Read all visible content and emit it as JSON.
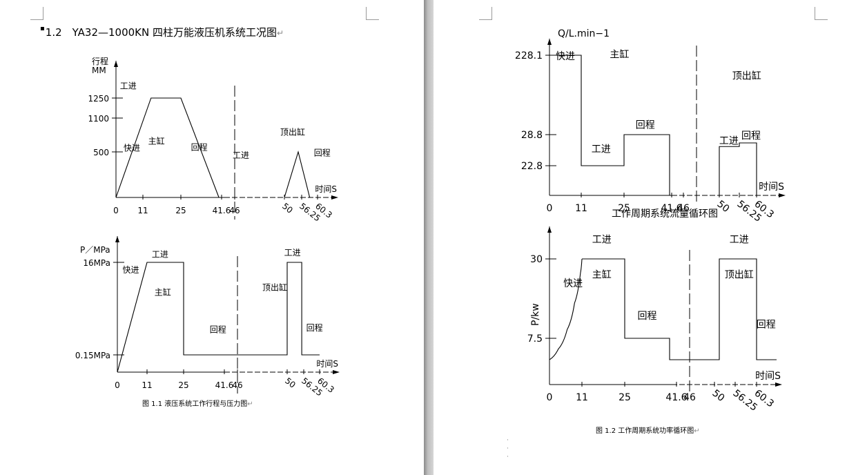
{
  "document": {
    "section_heading": "1.2　YA32—1000KN 四柱万能液压机系统工况图",
    "paragraph_mark": "↵",
    "caption_left": "图 1.1 液压系统工作行程与压力图",
    "caption_right": "图 1.2 工作周期系统功率循环图",
    "caption_mark": "↵"
  },
  "chart_data": [
    {
      "type": "line",
      "id": "stroke",
      "ylabel_lines": [
        "行程",
        "MM"
      ],
      "xlabel": "时间S",
      "x_ticks": [
        0,
        11,
        25,
        41.6,
        46,
        50,
        56.25,
        60.3
      ],
      "x_tick_labels": [
        "0",
        "11",
        "25",
        "41.6",
        "46",
        "50",
        "56.25",
        "60.3"
      ],
      "y_ticks": [
        500,
        1100,
        1250
      ],
      "y_tick_labels": [
        "500",
        "1100",
        "1250"
      ],
      "series": [
        {
          "x": [
            0,
            14,
            25,
            40.5
          ],
          "y": [
            0,
            1250,
            1250,
            0
          ]
        },
        {
          "x": [
            50,
            55,
            58.3
          ],
          "y": [
            0,
            500,
            0
          ]
        }
      ],
      "divider_x": 46,
      "annotations": [
        {
          "text": "工进",
          "x": 5,
          "y": 1320
        },
        {
          "text": "快进",
          "x": 6.5,
          "y": 520
        },
        {
          "text": "主缸",
          "x": 16,
          "y": 640
        },
        {
          "text": "回程",
          "x": 32.5,
          "y": 530
        },
        {
          "text": "顶出缸",
          "x": 53,
          "y": 800
        },
        {
          "text": "工进",
          "x": 46.5,
          "y": 430
        },
        {
          "text": "回程",
          "x": 61.5,
          "y": 460
        }
      ]
    },
    {
      "type": "line",
      "id": "pressure",
      "ylabel": "P／MPa",
      "xlabel": "时间S",
      "x_ticks": [
        0,
        11,
        25,
        41.6,
        46,
        50,
        56.25,
        60.3
      ],
      "x_tick_labels": [
        "0",
        "11",
        "25",
        "41.6",
        "46",
        "50",
        "56.25",
        "60.3"
      ],
      "y_ticks": [
        0.15,
        16
      ],
      "y_tick_labels": [
        "0.15MPa",
        "16MPa"
      ],
      "series": [
        {
          "points": [
            [
              0,
              0
            ],
            [
              11,
              16
            ],
            [
              25,
              16
            ],
            [
              25,
              0.15
            ],
            [
              50,
              0.15
            ],
            [
              50,
              16
            ],
            [
              55.5,
              16
            ],
            [
              55.5,
              0.15
            ],
            [
              60.3,
              0.15
            ]
          ]
        }
      ],
      "divider_x": 46,
      "annotations": [
        {
          "text": "工进",
          "x": 16,
          "y": 16.9
        },
        {
          "text": "快进",
          "x": 5,
          "y": 14.2
        },
        {
          "text": "主缸",
          "x": 17,
          "y": 10.4
        },
        {
          "text": "回程",
          "x": 39,
          "y": 4.0
        },
        {
          "text": "顶出缸",
          "x": 49,
          "y": 11.2
        },
        {
          "text": "工进",
          "x": 52,
          "y": 17.2
        },
        {
          "text": "回程",
          "x": 59,
          "y": 4.3
        }
      ]
    },
    {
      "type": "line",
      "id": "flow",
      "ylabel": "Q/L.min−1",
      "xlabel": "时间S",
      "title": "工作周期系统流量循环图",
      "x_ticks": [
        0,
        11,
        25,
        41.6,
        46,
        50,
        56.25,
        60.3
      ],
      "x_tick_labels": [
        "0",
        "11",
        "25",
        "41.6",
        "46",
        "50",
        "56.25",
        "60.3"
      ],
      "y_ticks": [
        22.8,
        28.8,
        228.1
      ],
      "y_tick_labels": [
        "22.8",
        "28.8",
        "228.1"
      ],
      "series": [
        {
          "points": [
            [
              0,
              228.1
            ],
            [
              11,
              228.1
            ],
            [
              11,
              22.8
            ],
            [
              25,
              22.8
            ],
            [
              25,
              28.8
            ],
            [
              40,
              28.8
            ],
            [
              40,
              0
            ]
          ]
        },
        {
          "points": [
            [
              50,
              0
            ],
            [
              50,
              26.5
            ],
            [
              56.25,
              26.5
            ],
            [
              56.25,
              27.2
            ],
            [
              60.3,
              27.2
            ],
            [
              60.3,
              0
            ]
          ]
        }
      ],
      "divider_x": 48.5,
      "annotations": [
        {
          "text": "快进",
          "x": 5.5,
          "y": 218
        },
        {
          "text": "主缸",
          "x": 23.5,
          "y": 222
        },
        {
          "text": "顶出缸",
          "x": 58,
          "y": 168
        },
        {
          "text": "回程",
          "x": 32,
          "y": 45
        },
        {
          "text": "工进",
          "x": 17.5,
          "y": 25.4
        },
        {
          "text": "工进",
          "x": 53,
          "y": 27
        },
        {
          "text": "回程",
          "x": 59,
          "y": 28
        }
      ]
    },
    {
      "type": "line",
      "id": "power",
      "ylabel": "P/kw",
      "xlabel": "时间S",
      "x_ticks": [
        0,
        11,
        25,
        41.6,
        46,
        50,
        56.25,
        60.3
      ],
      "x_tick_labels": [
        "0",
        "11",
        "25",
        "41.6",
        "46",
        "50",
        "56.25",
        "60.3"
      ],
      "y_ticks": [
        7.5,
        30
      ],
      "y_tick_labels": [
        "7.5",
        "30"
      ],
      "series": [
        {
          "curve": [
            [
              0,
              1.5
            ],
            [
              3,
              4.5
            ],
            [
              6,
              10
            ],
            [
              8.5,
              17.5
            ],
            [
              10.5,
              26
            ],
            [
              11,
              30
            ]
          ]
        },
        {
          "points": [
            [
              11,
              30
            ],
            [
              25,
              30
            ],
            [
              25,
              7.5
            ],
            [
              39,
              7.5
            ],
            [
              39,
              1.5
            ],
            [
              54,
              1.5
            ],
            [
              54,
              30
            ],
            [
              60.3,
              30
            ],
            [
              60.3,
              1.5
            ],
            [
              66,
              1.5
            ]
          ]
        }
      ],
      "divider_x": 46,
      "annotations": [
        {
          "text": "工进",
          "x": 17.5,
          "y": 34.6
        },
        {
          "text": "快进",
          "x": 8,
          "y": 22.2
        },
        {
          "text": "主缸",
          "x": 17.5,
          "y": 24.6
        },
        {
          "text": "回程",
          "x": 32,
          "y": 13
        },
        {
          "text": "工进",
          "x": 57,
          "y": 34.6
        },
        {
          "text": "顶出缸",
          "x": 57,
          "y": 24.6
        },
        {
          "text": "回程",
          "x": 63,
          "y": 10.5
        }
      ]
    }
  ]
}
